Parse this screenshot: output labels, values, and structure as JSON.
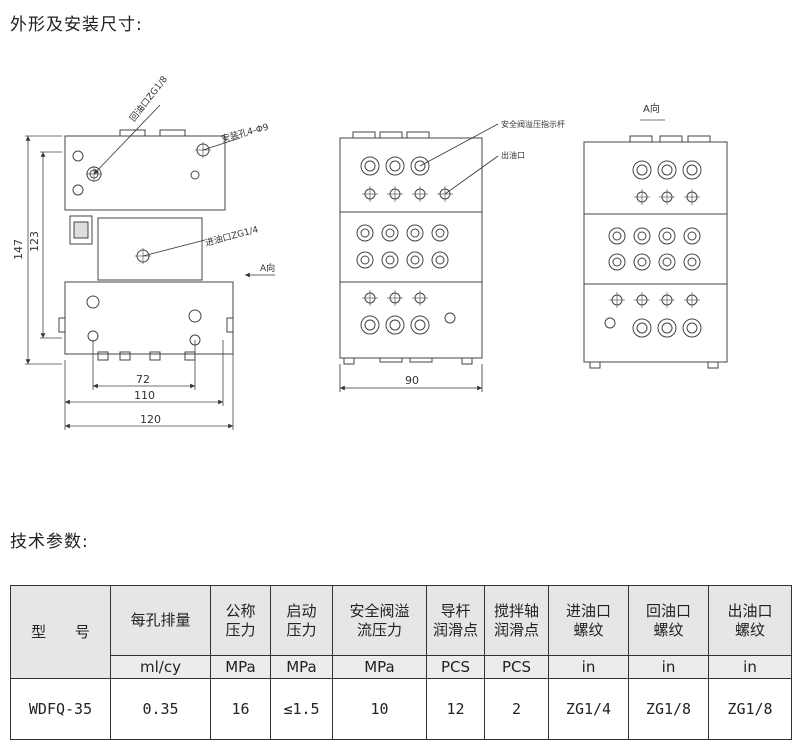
{
  "titles": {
    "dimensions": "外形及安装尺寸:",
    "tech_params": "技术参数:"
  },
  "drawing": {
    "callouts": {
      "return_port": "回油口ZG1/8",
      "mount_hole": "安装孔4-Φ9",
      "inlet_port": "进油口ZG1/4",
      "a_view_arrow": "A向",
      "safety_valve_pin": "安全阀溢压指示杆",
      "outlet_port": "出油口",
      "a_view_title": "A向"
    },
    "dims": {
      "d147": "147",
      "d123": "123",
      "d72": "72",
      "d110": "110",
      "d120": "120",
      "d90": "90"
    }
  },
  "table": {
    "headers": [
      {
        "l1": "型  号",
        "l2": ""
      },
      {
        "l1": "每孔排量",
        "l2": ""
      },
      {
        "l1": "公称",
        "l2": "压力"
      },
      {
        "l1": "启动",
        "l2": "压力"
      },
      {
        "l1": "安全阀溢",
        "l2": "流压力"
      },
      {
        "l1": "导杆",
        "l2": "润滑点"
      },
      {
        "l1": "搅拌轴",
        "l2": "润滑点"
      },
      {
        "l1": "进油口",
        "l2": "螺纹"
      },
      {
        "l1": "回油口",
        "l2": "螺纹"
      },
      {
        "l1": "出油口",
        "l2": "螺纹"
      }
    ],
    "units": [
      "ml/cy",
      "MPa",
      "MPa",
      "MPa",
      "PCS",
      "PCS",
      "in",
      "in",
      "in"
    ],
    "row": [
      "WDFQ-35",
      "0.35",
      "16",
      "≤1.5",
      "10",
      "12",
      "2",
      "ZG1/4",
      "ZG1/8",
      "ZG1/8"
    ]
  }
}
